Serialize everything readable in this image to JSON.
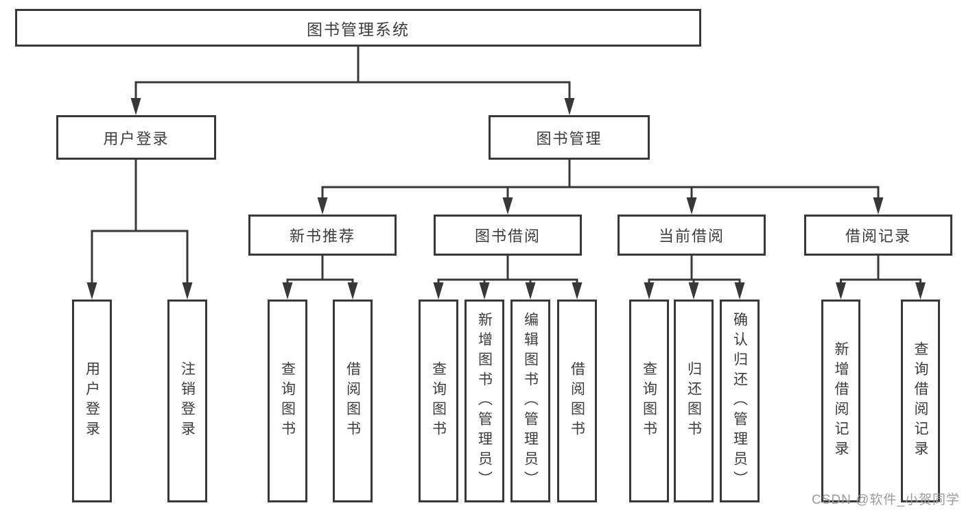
{
  "diagram_type": "tree",
  "colors": {
    "line": "#383838",
    "box_border": "#383838",
    "text": "#3c3c3c",
    "watermark": "#9b9b9b",
    "background": "#ffffff"
  },
  "tree": {
    "root": {
      "label": "图书管理系统",
      "children": [
        {
          "label": "用户登录",
          "children": [
            {
              "label": "用户登录"
            },
            {
              "label": "注销登录"
            }
          ]
        },
        {
          "label": "图书管理",
          "children": [
            {
              "label": "新书推荐",
              "children": [
                {
                  "label": "查询图书"
                },
                {
                  "label": "借阅图书"
                }
              ]
            },
            {
              "label": "图书借阅",
              "children": [
                {
                  "label": "查询图书"
                },
                {
                  "label": "新增图书（管理员）"
                },
                {
                  "label": "编辑图书（管理员）"
                },
                {
                  "label": "借阅图书"
                }
              ]
            },
            {
              "label": "当前借阅",
              "children": [
                {
                  "label": "查询图书"
                },
                {
                  "label": "归还图书"
                },
                {
                  "label": "确认归还（管理员）"
                }
              ]
            },
            {
              "label": "借阅记录",
              "children": [
                {
                  "label": "新增借阅记录"
                },
                {
                  "label": "查询借阅记录"
                }
              ]
            }
          ]
        }
      ]
    }
  },
  "watermark": {
    "text": "CSDN @软件_小贺同学"
  }
}
